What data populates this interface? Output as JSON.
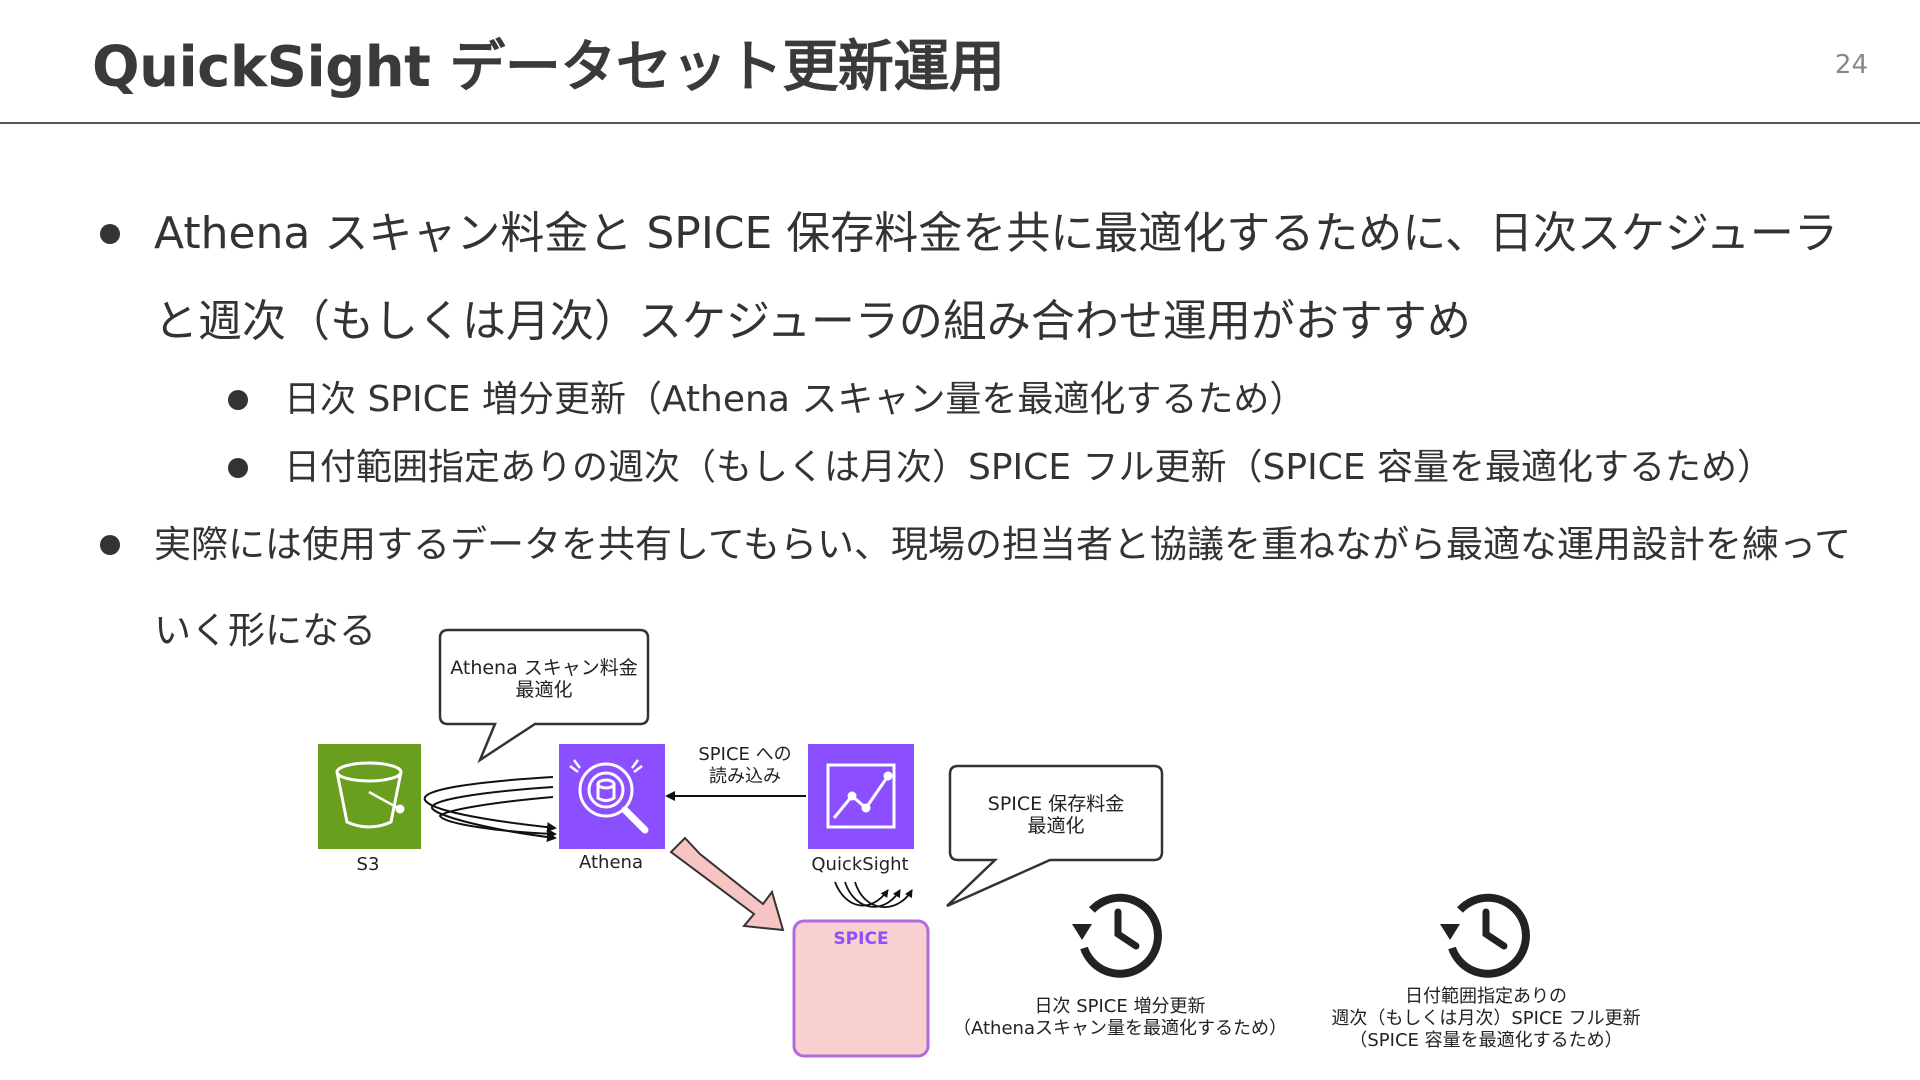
{
  "header": {
    "title": "QuickSight データセット更新運用",
    "page_number": "24"
  },
  "bullets": [
    {
      "text": "Athena スキャン料金と SPICE 保存料金を共に最適化するために、日次スケジューラと週次（もしくは月次）スケジューラの組み合わせ運用がおすすめ",
      "children": [
        "日次 SPICE 増分更新（Athena スキャン量を最適化するため）",
        "日付範囲指定ありの週次（もしくは月次）SPICE フル更新（SPICE 容量を最適化するため）"
      ]
    },
    {
      "text": "実際には使用するデータを共有してもらい、現場の担当者と協議を重ねながら最適な運用設計を練っていく形になる",
      "children": []
    }
  ],
  "diagram": {
    "callout_athena": [
      "Athena スキャン料金",
      "最適化"
    ],
    "callout_spice": [
      "SPICE 保存料金",
      "最適化"
    ],
    "s3_label": "S3",
    "athena_label": "Athena",
    "quicksight_label": "QuickSight",
    "spice_label": "SPICE",
    "load_label": [
      "SPICE への",
      "読み込み"
    ],
    "daily_label": [
      "日次 SPICE 増分更新",
      "（Athenaスキャン量を最適化するため）"
    ],
    "weekly_label": [
      "日付範囲指定ありの",
      "週次（もしくは月次）SPICE フル更新",
      "（SPICE 容量を最適化するため）"
    ],
    "icons": [
      "bucket-icon",
      "athena-search-icon",
      "quicksight-chart-icon",
      "history-clock-icon"
    ],
    "colors": {
      "s3": "#6a9e1f",
      "athena": "#8c4fff",
      "quicksight": "#8c4fff",
      "spice_fill": "#f9d0d0",
      "spice_border": "#b06ae0",
      "arrow_fill": "#f7c4c4"
    }
  }
}
